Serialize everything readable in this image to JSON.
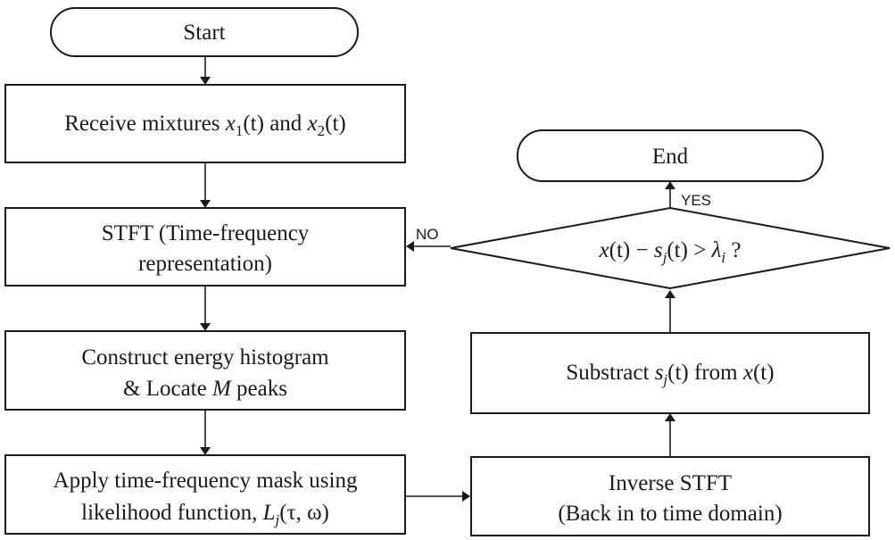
{
  "nodes": {
    "start": "Start",
    "receive": {
      "prefix": "Receive mixtures ",
      "var1": "x",
      "sub1": "1",
      "arg1": "(t)",
      "mid": " and ",
      "var2": "x",
      "sub2": "2",
      "arg2": "(t)"
    },
    "stft": {
      "line1": "STFT (Time-frequency",
      "line2": "representation)"
    },
    "histogram": {
      "line1": "Construct energy histogram",
      "line2_prefix": "& Locate ",
      "line2_var": "M",
      "line2_suffix": " peaks"
    },
    "mask": {
      "line1": "Apply time-frequency mask using",
      "line2_prefix": "likelihood function, ",
      "line2_var": "L",
      "line2_sub": "j",
      "line2_arg": "(τ, ω)"
    },
    "inverse": {
      "line1": "Inverse STFT",
      "line2": "(Back in to time domain)"
    },
    "subtract": {
      "prefix": "Substract ",
      "var": "s",
      "sub": "j",
      "arg": "(t)",
      "mid": " from ",
      "var2": "x",
      "arg2": "(t)"
    },
    "decision": {
      "x": "x",
      "xarg": "(t)",
      "minus": " − ",
      "s": "s",
      "ssub": "j",
      "sarg": "(t)",
      "gt": " > ",
      "lambda": "λ",
      "lsub": "i",
      "q": " ?"
    },
    "end": "End"
  },
  "edges": {
    "yes": "YES",
    "no": "NO"
  }
}
